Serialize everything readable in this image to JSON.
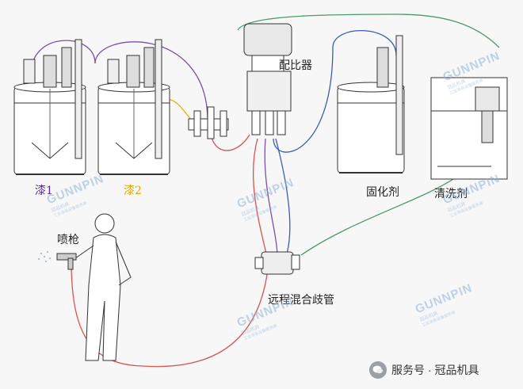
{
  "labels": {
    "paint1": "漆1",
    "paint2": "漆2",
    "proportioner": "配比器",
    "hardener": "固化剂",
    "cleaner": "清洗剂",
    "spray_gun": "喷枪",
    "remote_manifold": "远程混合歧管"
  },
  "watermark": {
    "brand": "GUNNPIN",
    "cn": "冠品机具",
    "sub": "工业涂装设备服务商"
  },
  "footer": {
    "text": "服务号 · 冠品机具"
  },
  "colors": {
    "paint1_label": "#5b2d83",
    "paint2_label": "#e0a800",
    "hose_red": "#d9534f",
    "hose_purple": "#7a4fb0",
    "hose_blue": "#3b5bb5",
    "hose_green": "#4c9a6a",
    "hose_yellow": "#e0b400"
  }
}
